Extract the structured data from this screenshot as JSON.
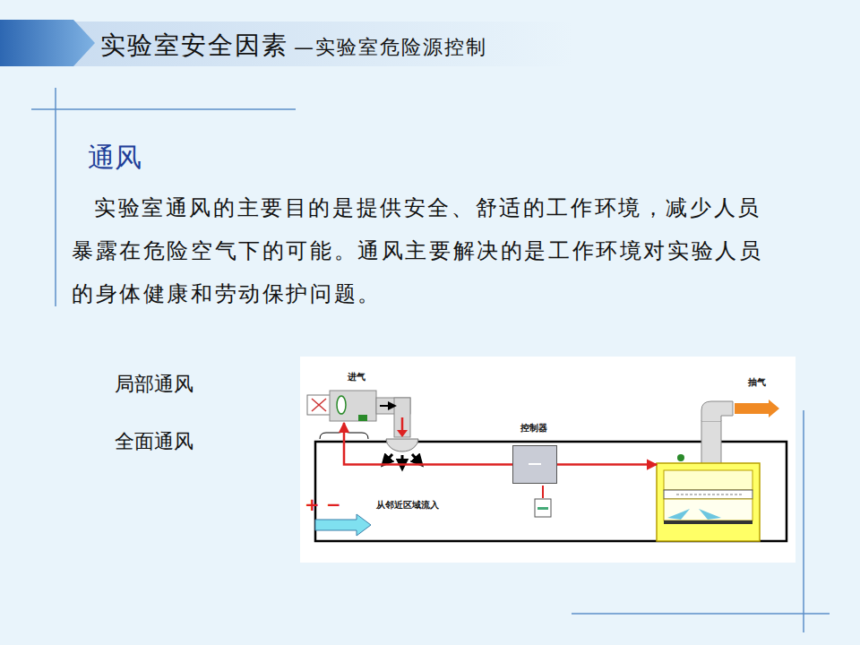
{
  "diagram": {
    "title": "实验室安全因素",
    "nodes": [
      {
        "text": [
          "进气"
        ]
      },
      {
        "text": [
          "控制器"
        ]
      },
      {
        "text": [
          "抽气"
        ]
      }
    ],
    "edges": [
      {
        "from": 1,
        "to": 0,
        "arrow": "to"
      },
      {
        "from": 1,
        "to": 2,
        "arrow": "to"
      }
    ],
    "labels": [
      "—实验室危险源控制",
      "通风",
      "实验室通风的主要目的是提供安全、舒适的工作环境，减少人员暴露在危险空气下的可能。通风主要解决的是工作环境对实验人员的身体健康和劳动保护问题。",
      "局部通风",
      "全面通风",
      "+",
      "−",
      "从邻近区域流入"
    ]
  }
}
